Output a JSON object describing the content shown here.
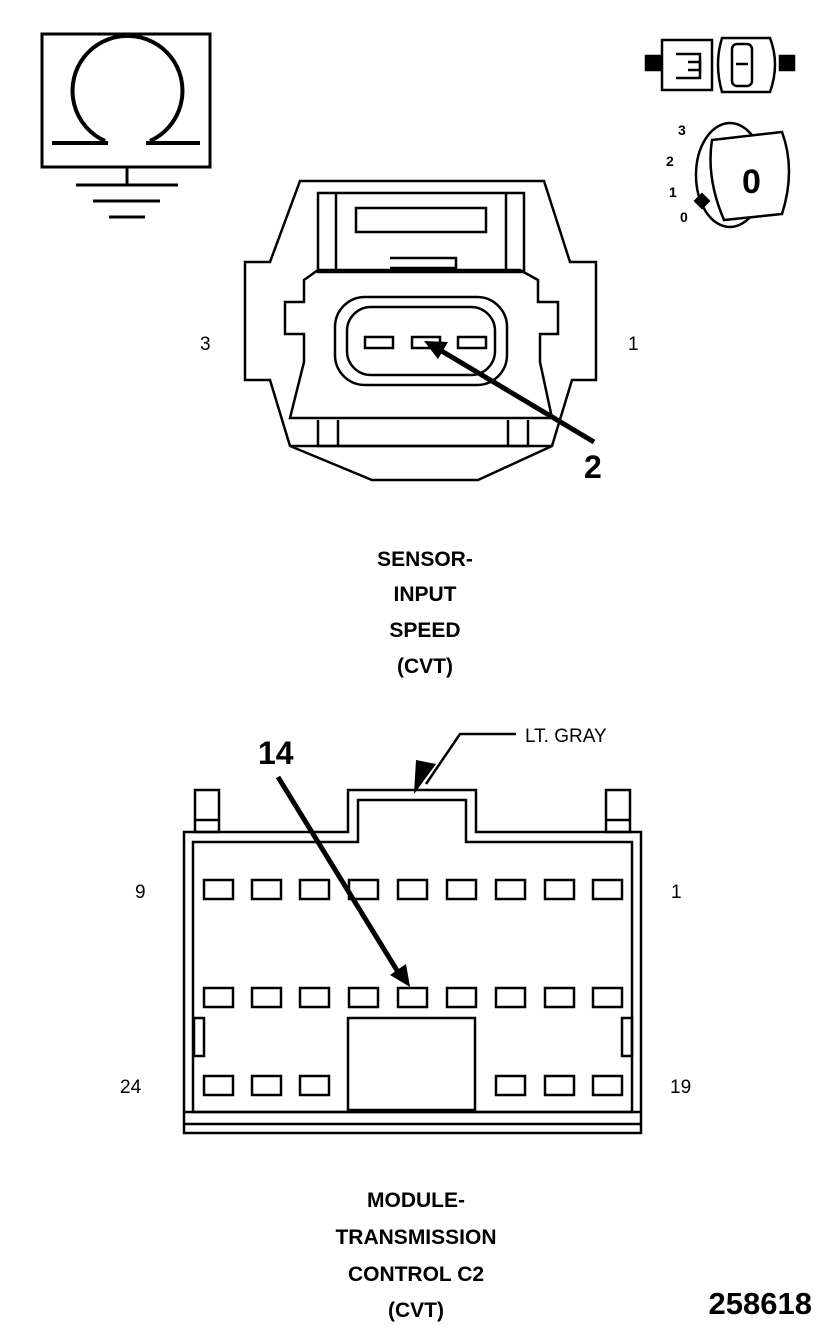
{
  "sensor": {
    "pin_left": "3",
    "pin_right": "1",
    "callout": "2",
    "title_lines": [
      "SENSOR-",
      "INPUT",
      "SPEED",
      "(CVT)"
    ]
  },
  "module": {
    "color_label": "LT. GRAY",
    "callout": "14",
    "pin_top_left": "9",
    "pin_top_right": "1",
    "pin_bottom_left": "24",
    "pin_bottom_right": "19",
    "title_lines": [
      "MODULE-",
      "TRANSMISSION",
      "CONTROL C2",
      "(CVT)"
    ]
  },
  "ignition": {
    "positions": [
      "3",
      "2",
      "1",
      "0"
    ],
    "key_label": "0"
  },
  "figure_id": "258618",
  "icons": {
    "resistance": "ohm-ground-icon",
    "connector": "connector-pair-icon",
    "ignition": "ignition-key-icon"
  }
}
